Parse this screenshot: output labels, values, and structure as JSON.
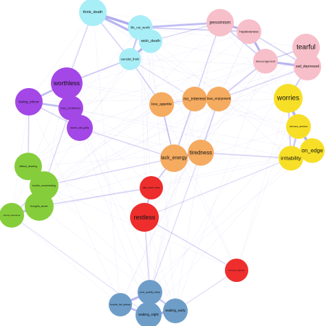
{
  "network": {
    "groups": {
      "suicidal": "#a8eef7",
      "mood": "#f7bfca",
      "self_worth": "#a347e6",
      "interest_energy": "#f5ab60",
      "anxiety": "#f7df28",
      "cognition": "#86cd3b",
      "psychomotor": "#ee2d2d",
      "sleep": "#6e9ec8"
    },
    "edge_color": "#8a84e6",
    "nodes": [
      {
        "id": "think_death",
        "label": "think_death",
        "group": "suicidal"
      },
      {
        "id": "life_not_worth",
        "label": "life_not_worth",
        "group": "suicidal"
      },
      {
        "id": "wish_death",
        "label": "wish_death",
        "group": "suicidal"
      },
      {
        "id": "suicidal_think",
        "label": "suicidal_think",
        "group": "suicidal"
      },
      {
        "id": "pessimism",
        "label": "pessimism",
        "group": "mood"
      },
      {
        "id": "hopelessness",
        "label": "hopelessness",
        "group": "mood"
      },
      {
        "id": "tearful",
        "label": "tearful",
        "group": "mood"
      },
      {
        "id": "discouragement",
        "label": "discouragement",
        "group": "mood"
      },
      {
        "id": "sad_depressed",
        "label": "sad_depressed",
        "group": "mood"
      },
      {
        "id": "worthless",
        "label": "worthless",
        "group": "self_worth"
      },
      {
        "id": "feeling_inferior",
        "label": "feeling_inferior",
        "group": "self_worth"
      },
      {
        "id": "lose_confidence",
        "label": "lose_confidence",
        "group": "self_worth"
      },
      {
        "id": "blame_self_guilty",
        "label": "blame_self_guilty",
        "group": "self_worth"
      },
      {
        "id": "loss_appetite",
        "label": "loss_appetite",
        "group": "interest_energy"
      },
      {
        "id": "no_interest",
        "label": "no_interest",
        "group": "interest_energy"
      },
      {
        "id": "loss_enjoyment",
        "label": "loss_enjoyment",
        "group": "interest_energy"
      },
      {
        "id": "lack_energy",
        "label": "lack_energy",
        "group": "interest_energy"
      },
      {
        "id": "tiredness",
        "label": "tiredness",
        "group": "interest_energy"
      },
      {
        "id": "worries",
        "label": "worries",
        "group": "anxiety"
      },
      {
        "id": "nervous_anxious",
        "label": "nervous_anxious",
        "group": "anxiety"
      },
      {
        "id": "on_edge",
        "label": "on_edge",
        "group": "anxiety"
      },
      {
        "id": "irritability",
        "label": "irritability",
        "group": "anxiety"
      },
      {
        "id": "difficult_deciding",
        "label": "difficult_deciding",
        "group": "cognition"
      },
      {
        "id": "trouble_concentrating",
        "label": "trouble_concentrating",
        "group": "cognition"
      },
      {
        "id": "thoughts_slower",
        "label": "thoughts_slower",
        "group": "cognition"
      },
      {
        "id": "clinical_anhedonia",
        "label": "clinical_anhedonia",
        "group": "cognition"
      },
      {
        "id": "talk_move_slow",
        "label": "talk_move_slow",
        "group": "psychomotor"
      },
      {
        "id": "restless",
        "label": "restless",
        "group": "psychomotor"
      },
      {
        "id": "increase_appetite",
        "label": "increase_appetite",
        "group": "psychomotor"
      },
      {
        "id": "poor_quality_sleep",
        "label": "poor_quality_sleep",
        "group": "sleep"
      },
      {
        "id": "trouble_fall_asleep",
        "label": "trouble_fall_asleep",
        "group": "sleep"
      },
      {
        "id": "waking_night",
        "label": "waking_night",
        "group": "sleep"
      },
      {
        "id": "waking_early",
        "label": "waking_early",
        "group": "sleep"
      }
    ],
    "edges": [
      [
        "think_death",
        "life_not_worth",
        3.5
      ],
      [
        "life_not_worth",
        "wish_death",
        4
      ],
      [
        "think_death",
        "wish_death",
        3
      ],
      [
        "wish_death",
        "suicidal_think",
        3
      ],
      [
        "life_not_worth",
        "suicidal_think",
        2
      ],
      [
        "think_death",
        "suicidal_think",
        1.2
      ],
      [
        "life_not_worth",
        "pessimism",
        2.5
      ],
      [
        "life_not_worth",
        "hopelessness",
        1.5
      ],
      [
        "pessimism",
        "hopelessness",
        3
      ],
      [
        "hopelessness",
        "discouragement",
        3
      ],
      [
        "pessimism",
        "discouragement",
        1.5
      ],
      [
        "tearful",
        "sad_depressed",
        3.5
      ],
      [
        "discouragement",
        "sad_depressed",
        3
      ],
      [
        "tearful",
        "discouragement",
        1.5
      ],
      [
        "hopelessness",
        "sad_depressed",
        1.2
      ],
      [
        "sad_depressed",
        "worries",
        1.5
      ],
      [
        "discouragement",
        "loss_enjoyment",
        1.5
      ],
      [
        "pessimism",
        "no_interest",
        1
      ],
      [
        "worries",
        "nervous_anxious",
        3
      ],
      [
        "nervous_anxious",
        "on_edge",
        3
      ],
      [
        "on_edge",
        "irritability",
        3
      ],
      [
        "nervous_anxious",
        "irritability",
        2
      ],
      [
        "worries",
        "irritability",
        1.5
      ],
      [
        "worries",
        "on_edge",
        1
      ],
      [
        "no_interest",
        "loss_enjoyment",
        4
      ],
      [
        "loss_enjoyment",
        "tiredness",
        1.5
      ],
      [
        "lack_energy",
        "tiredness",
        3.5
      ],
      [
        "no_interest",
        "lack_energy",
        1.5
      ],
      [
        "loss_appetite",
        "no_interest",
        1
      ],
      [
        "loss_appetite",
        "lack_energy",
        1
      ],
      [
        "tiredness",
        "irritability",
        1.2
      ],
      [
        "lack_energy",
        "talk_move_slow",
        1.5
      ],
      [
        "talk_move_slow",
        "restless",
        2
      ],
      [
        "worthless",
        "feeling_inferior",
        2.5
      ],
      [
        "worthless",
        "lose_confidence",
        3
      ],
      [
        "feeling_inferior",
        "lose_confidence",
        2.5
      ],
      [
        "lose_confidence",
        "blame_self_guilty",
        2.5
      ],
      [
        "worthless",
        "blame_self_guilty",
        1.5
      ],
      [
        "feeling_inferior",
        "blame_self_guilty",
        1.2
      ],
      [
        "worthless",
        "suicidal_think",
        1.5
      ],
      [
        "worthless",
        "think_death",
        1
      ],
      [
        "lose_confidence",
        "trouble_concentrating",
        1
      ],
      [
        "feeling_inferior",
        "difficult_deciding",
        1.2
      ],
      [
        "difficult_deciding",
        "trouble_concentrating",
        3.5
      ],
      [
        "trouble_concentrating",
        "thoughts_slower",
        3
      ],
      [
        "thoughts_slower",
        "clinical_anhedonia",
        2.5
      ],
      [
        "difficult_deciding",
        "thoughts_slower",
        1.5
      ],
      [
        "trouble_concentrating",
        "clinical_anhedonia",
        1.2
      ],
      [
        "thoughts_slower",
        "talk_move_slow",
        1.2
      ],
      [
        "trouble_concentrating",
        "lack_energy",
        1
      ],
      [
        "blame_self_guilty",
        "lack_energy",
        1
      ],
      [
        "suicidal_think",
        "loss_appetite",
        1.2
      ],
      [
        "restless",
        "increase_appetite",
        1
      ],
      [
        "restless",
        "poor_quality_sleep",
        1
      ],
      [
        "poor_quality_sleep",
        "trouble_fall_asleep",
        3
      ],
      [
        "poor_quality_sleep",
        "waking_night",
        3
      ],
      [
        "waking_night",
        "waking_early",
        3.5
      ],
      [
        "trouble_fall_asleep",
        "waking_night",
        2.5
      ],
      [
        "poor_quality_sleep",
        "waking_early",
        2
      ],
      [
        "increase_appetite",
        "waking_early",
        0.8
      ],
      [
        "tiredness",
        "poor_quality_sleep",
        0.8
      ],
      [
        "lack_energy",
        "loss_appetite",
        1
      ],
      [
        "clinical_anhedonia",
        "waking_night",
        0.6
      ],
      [
        "irritability",
        "restless",
        0.8
      ],
      [
        "sad_depressed",
        "loss_enjoyment",
        1
      ],
      [
        "wish_death",
        "pessimism",
        1
      ],
      [
        "suicidal_think",
        "no_interest",
        0.8
      ]
    ]
  }
}
